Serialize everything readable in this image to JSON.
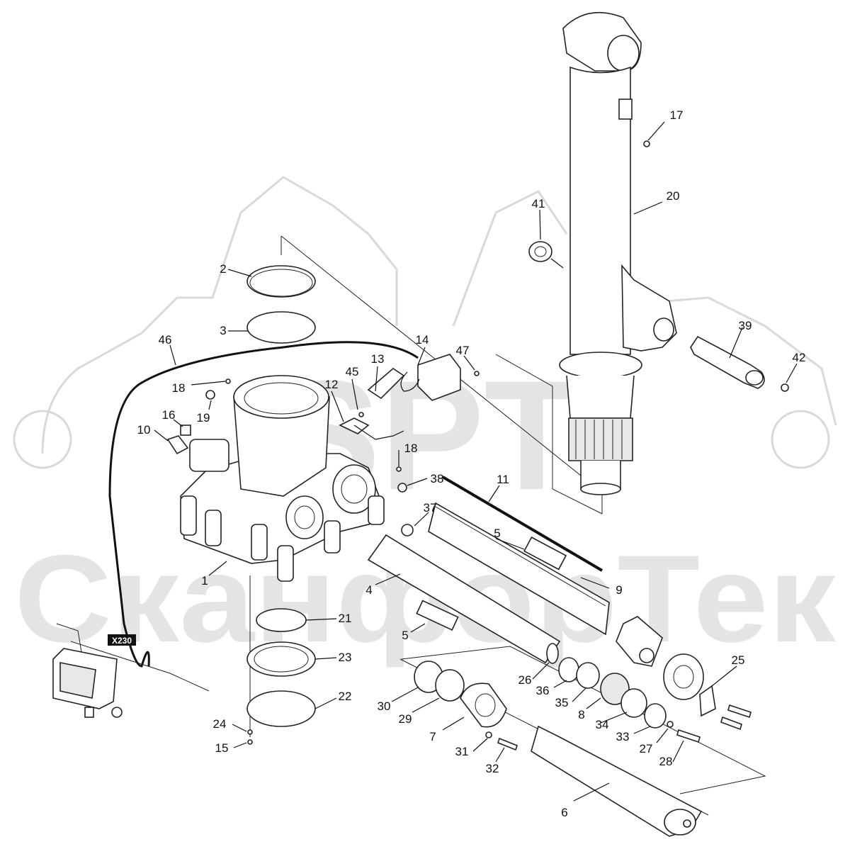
{
  "watermark": {
    "brand": "SPT",
    "company": "СканфорТек"
  },
  "tag": {
    "text": "X230"
  },
  "callouts": [
    {
      "n": "1"
    },
    {
      "n": "2"
    },
    {
      "n": "3"
    },
    {
      "n": "4"
    },
    {
      "n": "5a",
      "label": "5"
    },
    {
      "n": "5b",
      "label": "5"
    },
    {
      "n": "6"
    },
    {
      "n": "7"
    },
    {
      "n": "8"
    },
    {
      "n": "9"
    },
    {
      "n": "10"
    },
    {
      "n": "11"
    },
    {
      "n": "12"
    },
    {
      "n": "13"
    },
    {
      "n": "14"
    },
    {
      "n": "15"
    },
    {
      "n": "16"
    },
    {
      "n": "17"
    },
    {
      "n": "18a",
      "label": "18"
    },
    {
      "n": "18b",
      "label": "18"
    },
    {
      "n": "19"
    },
    {
      "n": "20"
    },
    {
      "n": "21"
    },
    {
      "n": "22"
    },
    {
      "n": "23"
    },
    {
      "n": "24"
    },
    {
      "n": "25"
    },
    {
      "n": "26"
    },
    {
      "n": "27"
    },
    {
      "n": "28"
    },
    {
      "n": "29"
    },
    {
      "n": "30"
    },
    {
      "n": "31"
    },
    {
      "n": "32"
    },
    {
      "n": "33"
    },
    {
      "n": "34"
    },
    {
      "n": "35"
    },
    {
      "n": "36"
    },
    {
      "n": "37"
    },
    {
      "n": "38"
    },
    {
      "n": "39"
    },
    {
      "n": "41"
    },
    {
      "n": "42"
    },
    {
      "n": "45"
    },
    {
      "n": "46"
    },
    {
      "n": "47"
    }
  ],
  "labels": {
    "c1": "1",
    "c2": "2",
    "c3": "3",
    "c4": "4",
    "c5a": "5",
    "c5b": "5",
    "c6": "6",
    "c7": "7",
    "c8": "8",
    "c9": "9",
    "c10": "10",
    "c11": "11",
    "c12": "12",
    "c13": "13",
    "c14": "14",
    "c15": "15",
    "c16": "16",
    "c17": "17",
    "c18a": "18",
    "c18b": "18",
    "c19": "19",
    "c20": "20",
    "c21": "21",
    "c22": "22",
    "c23": "23",
    "c24": "24",
    "c25": "25",
    "c26": "26",
    "c27": "27",
    "c28": "28",
    "c29": "29",
    "c30": "30",
    "c31": "31",
    "c32": "32",
    "c33": "33",
    "c34": "34",
    "c35": "35",
    "c36": "36",
    "c37": "37",
    "c38": "38",
    "c39": "39",
    "c41": "41",
    "c42": "42",
    "c45": "45",
    "c46": "46",
    "c47": "47"
  }
}
